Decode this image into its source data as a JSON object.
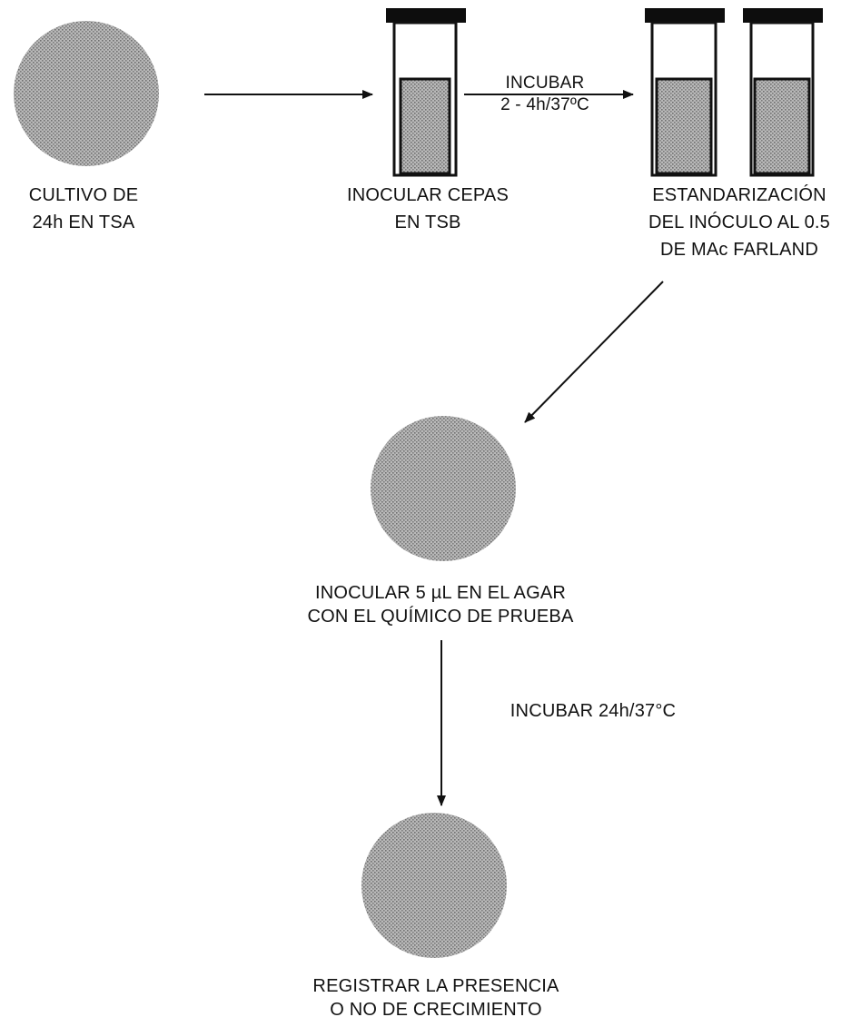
{
  "diagram": {
    "colors": {
      "ink": "#111111",
      "fill": "#9d9d9d",
      "tube_cap": "#0d0d0d",
      "background": "#ffffff"
    },
    "steps": {
      "culture": {
        "line1": "CULTIVO DE",
        "line2": "24h EN TSA"
      },
      "inoculate_tsb": {
        "line1": "INOCULAR CEPAS",
        "line2": "EN TSB"
      },
      "standardize": {
        "line1": "ESTANDARIZACIÓN",
        "line2": "DEL INÓCULO AL 0.5",
        "line3": "DE MAc FARLAND"
      },
      "inoculate_agar": {
        "line1": "INOCULAR 5 µL EN EL AGAR",
        "line2": "CON EL QUÍMICO DE PRUEBA"
      },
      "record": {
        "line1": "REGISTRAR LA PRESENCIA",
        "line2": "O NO DE CRECIMIENTO"
      }
    },
    "arrows": {
      "incubate_short": {
        "line1": "INCUBAR",
        "line2": "2 - 4h/37ºC"
      },
      "incubate_long": {
        "text": "INCUBAR 24h/37°C"
      }
    },
    "icons": [
      "petri-dish-icon",
      "test-tube-icon",
      "arrow-icon"
    ]
  }
}
